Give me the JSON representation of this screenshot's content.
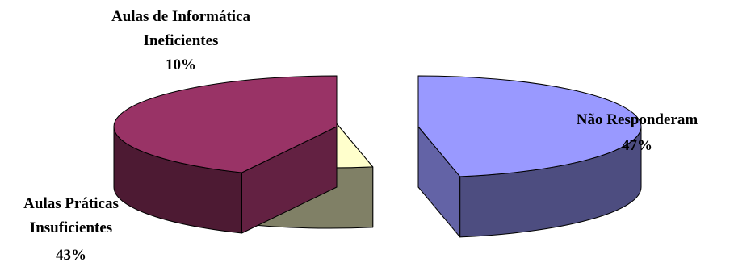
{
  "chart_data": {
    "type": "pie",
    "style": "3d-exploded",
    "title": "",
    "legend": "none",
    "slices": [
      {
        "label": "Não Responderam",
        "value": 47,
        "value_label": "47%",
        "color": "#9999ff"
      },
      {
        "label_lines": [
          "Aulas de Informática",
          "Ineficientes"
        ],
        "value": 10,
        "value_label": "10%",
        "color": "#ffffcc"
      },
      {
        "label_lines": [
          "Aulas Práticas",
          "Insuficientes"
        ],
        "value": 43,
        "value_label": "43%",
        "color": "#993366"
      }
    ]
  }
}
